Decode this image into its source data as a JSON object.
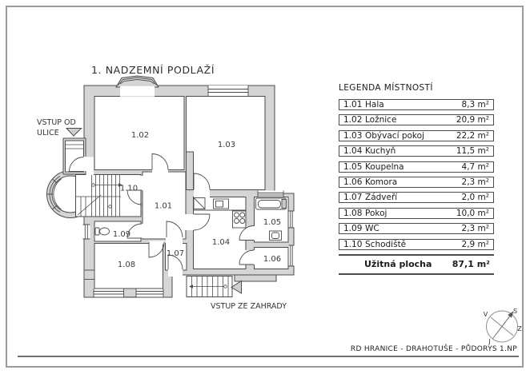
{
  "title": "1. NADZEMNÍ PODLAŽÍ",
  "plan": {
    "entrance_street_line1": "VSTUP OD",
    "entrance_street_line2": "ULICE",
    "entrance_garden": "VSTUP ZE ZAHRADY",
    "rooms": {
      "r101": "1.01",
      "r102": "1.02",
      "r103": "1.03",
      "r104": "1.04",
      "r105": "1.05",
      "r106": "1.06",
      "r107": "1.07",
      "r108": "1.08",
      "r109": "1.09",
      "r110": "1.10"
    }
  },
  "legend": {
    "title": "LEGENDA MÍSTNOSTÍ",
    "rows": [
      {
        "id": "1.01",
        "name": "Hala",
        "area": "8,3 m²"
      },
      {
        "id": "1.02",
        "name": "Ložnice",
        "area": "20,9 m²"
      },
      {
        "id": "1.03",
        "name": "Obývací pokoj",
        "area": "22,2 m²"
      },
      {
        "id": "1.04",
        "name": "Kuchyň",
        "area": "11,5 m²"
      },
      {
        "id": "1.05",
        "name": "Koupelna",
        "area": "4,7 m²"
      },
      {
        "id": "1.06",
        "name": "Komora",
        "area": "2,3 m²"
      },
      {
        "id": "1.07",
        "name": "Zádveří",
        "area": "2,0 m²"
      },
      {
        "id": "1.08",
        "name": "Pokoj",
        "area": "10,0 m²"
      },
      {
        "id": "1.09",
        "name": "WC",
        "area": "2,3 m²"
      },
      {
        "id": "1.10",
        "name": "Schodiště",
        "area": "2,9 m²"
      }
    ],
    "total_label": "Užitná plocha",
    "total_area": "87,1 m²"
  },
  "compass": {
    "top": "S",
    "left": "V",
    "right": "Z",
    "bottom": "J"
  },
  "footer": "RD HRANICE - DRAHOTUŠE - PŮDORYS 1.NP",
  "colors": {
    "wall_fill": "#d5d5d5",
    "line": "#4b4b4b",
    "text": "#3a3a3a"
  }
}
